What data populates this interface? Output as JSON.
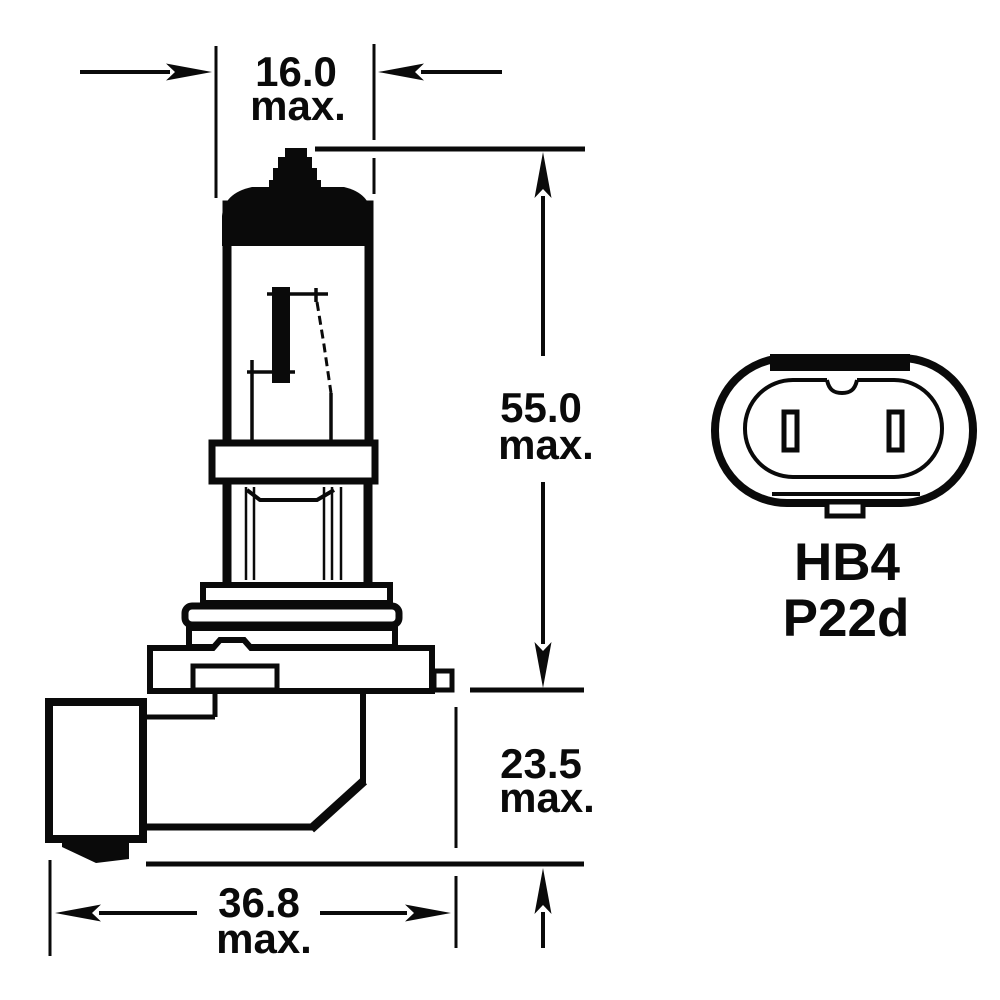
{
  "diagram": {
    "title_hint": "HB4 halogen headlamp bulb dimensional drawing",
    "colors": {
      "line": "#0a0a0a",
      "background": "#ffffff"
    },
    "dimensions": {
      "tip_width": {
        "value": "16.0",
        "qualifier": "max."
      },
      "bulb_length": {
        "value": "55.0",
        "qualifier": "max."
      },
      "base_depth": {
        "value": "23.5",
        "qualifier": "max."
      },
      "base_width": {
        "value": "36.8",
        "qualifier": "max."
      }
    },
    "connector": {
      "type_label": "HB4",
      "cap_label": "P22d"
    }
  }
}
